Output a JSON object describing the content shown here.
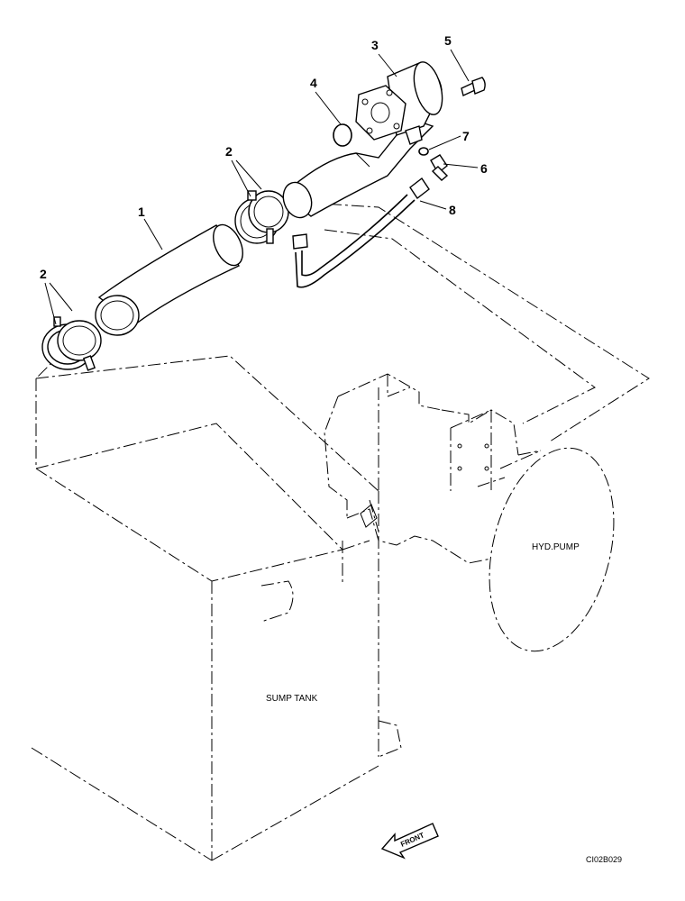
{
  "callouts": [
    "1",
    "2",
    "2",
    "3",
    "4",
    "5",
    "6",
    "7",
    "8"
  ],
  "labels": {
    "pump": "HYD.PUMP",
    "tank": "SUMP TANK",
    "front": "FRONT",
    "drawing_code": "CI02B029"
  }
}
